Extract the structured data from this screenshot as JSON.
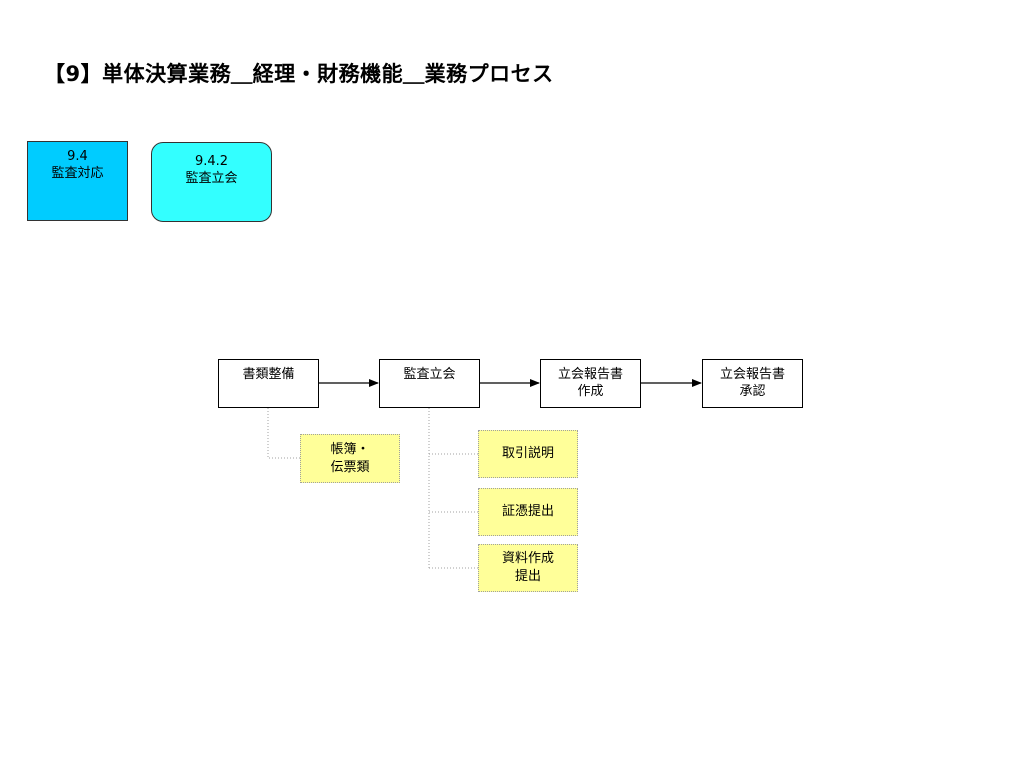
{
  "title": "【9】単体決算業務＿経理・財務機能＿業務プロセス",
  "section_badge": {
    "number": "9.4",
    "label": "監査対応"
  },
  "subsection_badge": {
    "number": "9.4.2",
    "label": "監査立会"
  },
  "process_steps": [
    {
      "line1": "書類整備",
      "line2": ""
    },
    {
      "line1": "監査立会",
      "line2": ""
    },
    {
      "line1": "立会報告書",
      "line2": "作成"
    },
    {
      "line1": "立会報告書",
      "line2": "承認"
    }
  ],
  "sub_tasks_step1": [
    {
      "line1": "帳簿・",
      "line2": "伝票類"
    }
  ],
  "sub_tasks_step2": [
    {
      "line1": "取引説明",
      "line2": ""
    },
    {
      "line1": "証憑提出",
      "line2": ""
    },
    {
      "line1": "資料作成",
      "line2": "提出"
    }
  ],
  "colors": {
    "section_badge_fill": "#00ccff",
    "subsection_badge_fill": "#33ffff",
    "sub_task_fill": "#ffff99",
    "box_border": "#000000",
    "connector_dotted": "#a0a0a0"
  }
}
